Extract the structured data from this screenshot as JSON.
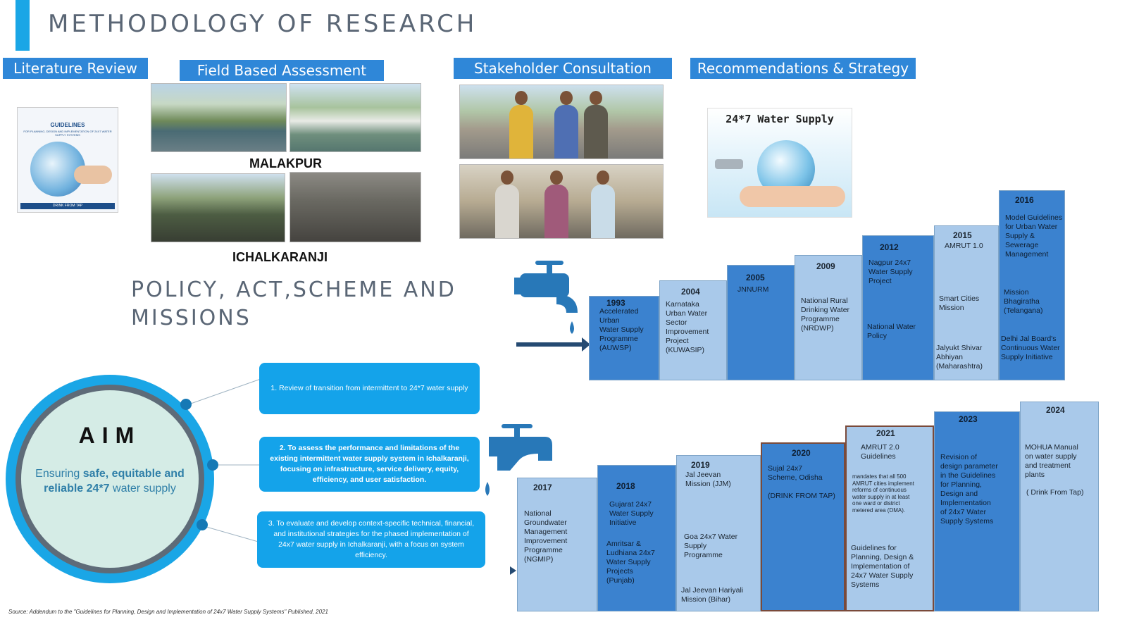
{
  "title": "METHODOLOGY OF RESEARCH",
  "sections": {
    "literature": "Literature Review",
    "field": "Field Based Assessment",
    "stakeholder": "Stakeholder Consultation",
    "recommend": "Recommendations & Strategy"
  },
  "places": {
    "malakpur": "MALAKPUR",
    "ichalkaranji": "ICHALKARANJI"
  },
  "cover": {
    "title": "GUIDELINES",
    "subtitle": "FOR PLANNING, DESIGN AND IMPLEMENTATION OF 24X7 WATER SUPPLY SYSTEMS",
    "strip": "DRINK FROM TAP"
  },
  "water_image_title": "24*7 Water Supply",
  "policy_title_line1": "POLICY, ACT,SCHEME AND",
  "policy_title_line2": "MISSIONS",
  "aim": {
    "title": "AIM",
    "text_pre": "Ensuring ",
    "text_bold": "safe, equitable and reliable 24*7",
    "text_post": " water supply",
    "items": [
      "1. Review of transition from intermittent to 24*7 water supply",
      "2. To assess the performance and limitations of the existing intermittent water supply system in Ichalkaranji, focusing on infrastructure, service delivery, equity, efficiency, and user satisfaction.",
      "3. To evaluate and develop context-specific technical, financial, and institutional strategies for the phased implementation of 24x7 water supply in Ichalkaranji, with a focus on system efficiency."
    ]
  },
  "timeline_top": [
    {
      "year": "1993",
      "lines": [
        "Accelerated Urban",
        "Water Supply",
        "Programme",
        "(AUWSP)"
      ]
    },
    {
      "year": "2004",
      "lines": [
        "Karnataka",
        "Urban Water",
        "Sector",
        "Improvement",
        "Project",
        "(KUWASIP)"
      ]
    },
    {
      "year": "2005",
      "lines": [
        "JNNURM"
      ]
    },
    {
      "year": "2009",
      "lines": [
        "National Rural",
        "Drinking Water",
        "Programme",
        "(NRDWP)"
      ]
    },
    {
      "year": "2012",
      "lines": [
        "Nagpur 24x7",
        "Water Supply",
        "Project"
      ],
      "lines2": [
        "National Water",
        "Policy"
      ]
    },
    {
      "year": "2015",
      "lines": [
        "AMRUT 1.0"
      ],
      "lines2": [
        "Smart Cities",
        "Mission"
      ],
      "lines3": [
        "Jalyukt Shivar",
        "Abhiyan",
        "(Maharashtra)"
      ]
    },
    {
      "year": "2016",
      "lines": [
        "Model Guidelines",
        "for Urban Water",
        "Supply &",
        "Sewerage",
        "Management"
      ],
      "lines2": [
        "Mission",
        "Bhagiratha",
        "(Telangana)"
      ],
      "lines3": [
        "Delhi Jal Board's",
        "Continuous Water",
        "Supply Initiative"
      ]
    }
  ],
  "timeline_bottom": [
    {
      "year": "2017",
      "lines": [
        "National",
        "Groundwater",
        "Management",
        "Improvement",
        "Programme",
        "(NGMIP)"
      ]
    },
    {
      "year": "2018",
      "lines": [
        "Gujarat 24x7",
        "Water Supply",
        "Initiative"
      ],
      "lines2": [
        "Amritsar &",
        "Ludhiana 24x7",
        "Water Supply",
        "Projects",
        "(Punjab)"
      ]
    },
    {
      "year": "2019",
      "lines": [
        "Jal Jeevan",
        "Mission (JJM)"
      ],
      "lines2": [
        "Goa 24x7 Water",
        "Supply",
        "Programme"
      ],
      "lines3": [
        "Jal Jeevan Hariyali",
        "Mission (Bihar)"
      ]
    },
    {
      "year": "2020",
      "lines": [
        "Sujal 24x7",
        "Scheme, Odisha"
      ],
      "lines2": [
        "(DRINK FROM TAP)"
      ]
    },
    {
      "year": "2021",
      "lines": [
        "AMRUT 2.0",
        "Guidelines"
      ],
      "small": [
        "mandates that all 500",
        "AMRUT cities implement",
        "reforms of continuous",
        "water supply in at least",
        "one ward or district",
        "metered area (DMA)."
      ],
      "lines3": [
        "Guidelines for",
        "Planning, Design &",
        "Implementation of",
        "24x7 Water Supply",
        "Systems"
      ]
    },
    {
      "year": "2023",
      "lines": [
        "Revision of",
        "design parameter",
        "in the Guidelines",
        "for Planning,",
        "Design and",
        "Implementation",
        "of 24x7 Water",
        "Supply Systems"
      ]
    },
    {
      "year": "2024",
      "lines": [
        "MOHUA Manual",
        "on water supply",
        "and treatment",
        "plants"
      ],
      "lines2": [
        "( Drink From Tap)"
      ]
    }
  ],
  "source": "Source: Addendum to the \"Guidelines for Planning, Design and Implementation of 24x7 Water Supply Systems\" Published, 2021",
  "colors": {
    "accent": "#1aa6e6",
    "label_bg": "#2f87d8",
    "timeline_dark": "#3b82cf",
    "timeline_light": "#a9c9ea",
    "tap": "#2878b8"
  }
}
